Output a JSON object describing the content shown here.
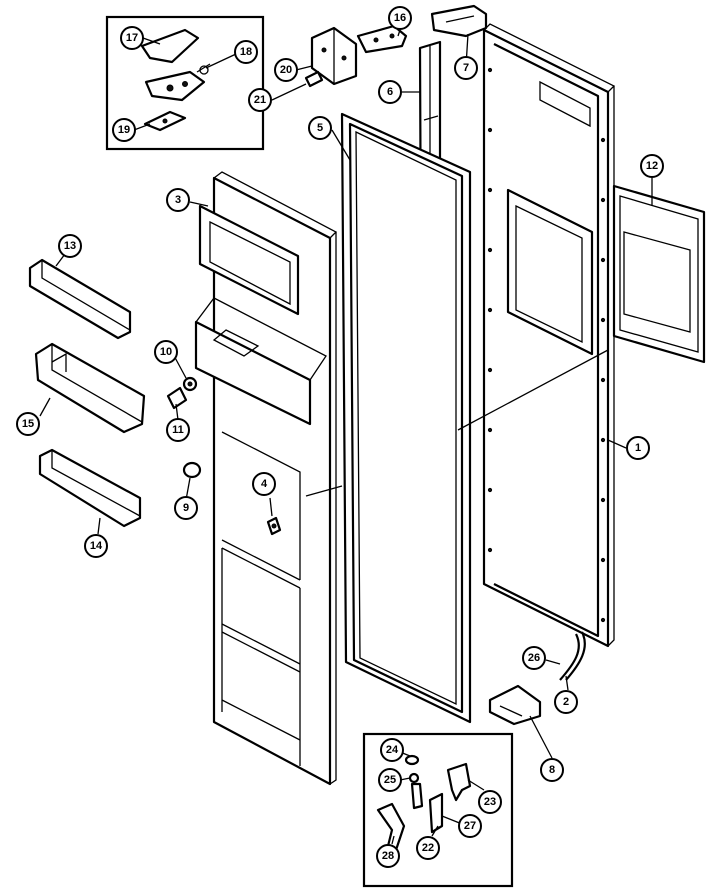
{
  "callouts": [
    {
      "id": "c1",
      "label": "1"
    },
    {
      "id": "c2",
      "label": "2"
    },
    {
      "id": "c3",
      "label": "3"
    },
    {
      "id": "c4",
      "label": "4"
    },
    {
      "id": "c5",
      "label": "5"
    },
    {
      "id": "c6",
      "label": "6"
    },
    {
      "id": "c7",
      "label": "7"
    },
    {
      "id": "c8",
      "label": "8"
    },
    {
      "id": "c9",
      "label": "9"
    },
    {
      "id": "c10",
      "label": "10"
    },
    {
      "id": "c11",
      "label": "11"
    },
    {
      "id": "c12",
      "label": "12"
    },
    {
      "id": "c13",
      "label": "13"
    },
    {
      "id": "c14",
      "label": "14"
    },
    {
      "id": "c15",
      "label": "15"
    },
    {
      "id": "c16",
      "label": "16"
    },
    {
      "id": "c17",
      "label": "17"
    },
    {
      "id": "c18",
      "label": "18"
    },
    {
      "id": "c19",
      "label": "19"
    },
    {
      "id": "c20",
      "label": "20"
    },
    {
      "id": "c21",
      "label": "21"
    },
    {
      "id": "c22",
      "label": "22"
    },
    {
      "id": "c23",
      "label": "23"
    },
    {
      "id": "c24",
      "label": "24"
    },
    {
      "id": "c25",
      "label": "25"
    },
    {
      "id": "c26",
      "label": "26"
    },
    {
      "id": "c27",
      "label": "27"
    },
    {
      "id": "c28",
      "label": "28"
    }
  ]
}
